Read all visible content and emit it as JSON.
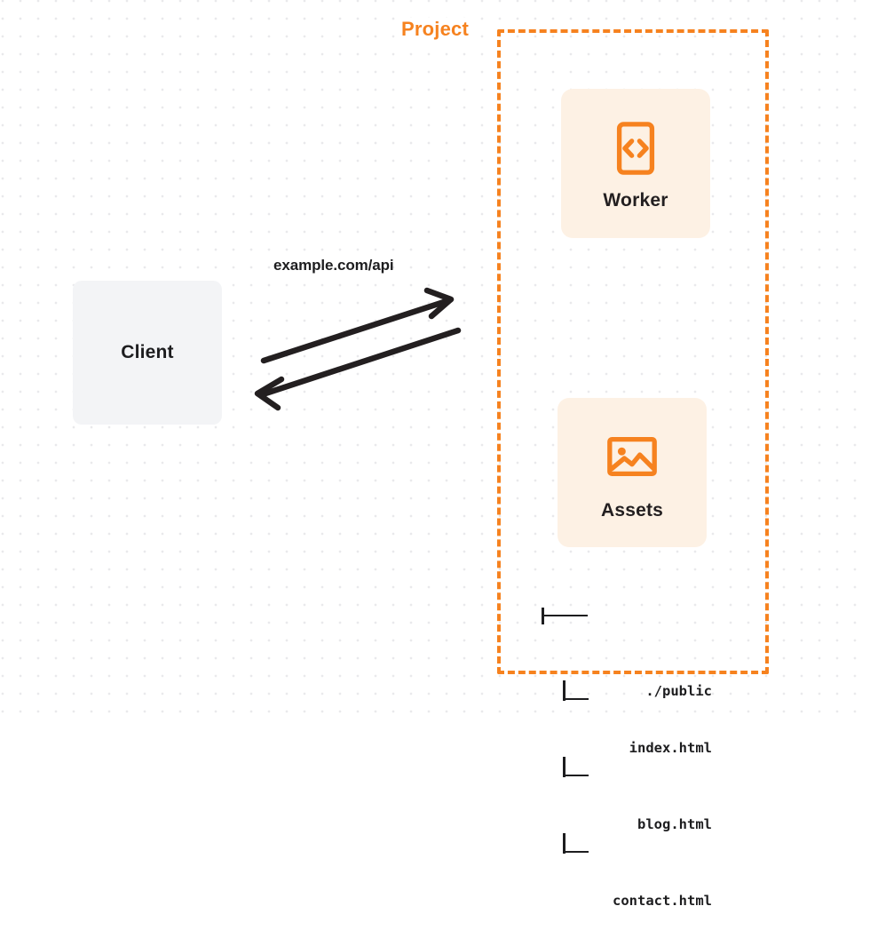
{
  "diagram": {
    "title": "Project",
    "background": {
      "color": "#ffffff",
      "dot_color": "#e9e9ec"
    },
    "accent_color": "#f6821f",
    "card_background": "#fdf1e4",
    "client": {
      "label": "Client",
      "background": "#f3f4f6"
    },
    "connection": {
      "label": "example.com/api",
      "color": "#231f20",
      "outbound_direction": "client-to-project",
      "inbound_direction": "project-to-client"
    },
    "services": [
      {
        "id": "worker",
        "label": "Worker",
        "icon": "code-brackets-icon"
      },
      {
        "id": "assets",
        "label": "Assets",
        "icon": "image-icon"
      }
    ],
    "file_tree": {
      "root": "./public",
      "files": [
        "index.html",
        "blog.html",
        "contact.html"
      ]
    }
  }
}
